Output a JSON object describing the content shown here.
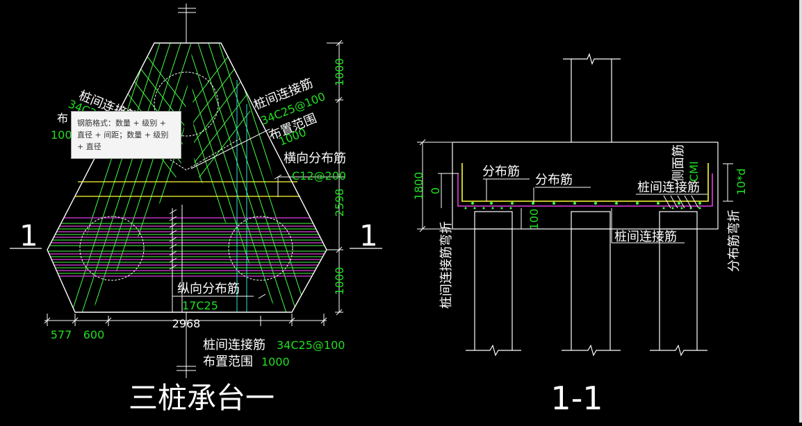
{
  "colors": {
    "background": "#000000",
    "white": "#ffffff",
    "green": "#22dd22",
    "rebar_green": "#44ff44",
    "yellow": "#ffff33",
    "magenta": "#e040e0",
    "cyan": "#33e0e0"
  },
  "plan": {
    "title": "三桩承台一",
    "section_mark_left": "1",
    "section_mark_right": "1",
    "left_bar": {
      "name": "桩间连接筋",
      "spec_partial": "34C25",
      "range_partial_1": "布",
      "range_partial_2": "100"
    },
    "right_bar": {
      "name": "桩间连接筋",
      "spec": "34C25@100",
      "range_label": "布置范围",
      "range_value": "1000"
    },
    "transverse": {
      "name": "横向分布筋",
      "spec": "C12@200"
    },
    "longitudinal": {
      "name": "纵向分布筋",
      "spec": "17C25"
    },
    "bottom_bar": {
      "name": "桩间连接筋",
      "spec": "34C25@100",
      "range_label": "布置范围",
      "range_value": "1000"
    },
    "dims": {
      "right_top": "1000",
      "right_mid": "2598",
      "right_bottom": "1000",
      "bottom_a": "577",
      "bottom_b": "600",
      "bottom_total": "2968"
    }
  },
  "section": {
    "title": "1-1",
    "dist_bar_1": "分布筋",
    "dist_bar_2": "分布筋",
    "pile_bar_top": "桩间连接筋",
    "pile_bar_bottom": "桩间连接筋",
    "side_bar": "侧面筋",
    "side_bar_spec": "CMI",
    "pile_bar_bend": "桩间连接筋弯折",
    "dist_bar_bend": "分布筋弯折",
    "dim_height": "1800",
    "dim_zero": "0",
    "dim_100": "100",
    "dim_10d": "10*d"
  },
  "tooltip": {
    "text": "钢筋格式：数量 + 级别 + 直径 + 间距；数量 + 级别 + 直径"
  }
}
